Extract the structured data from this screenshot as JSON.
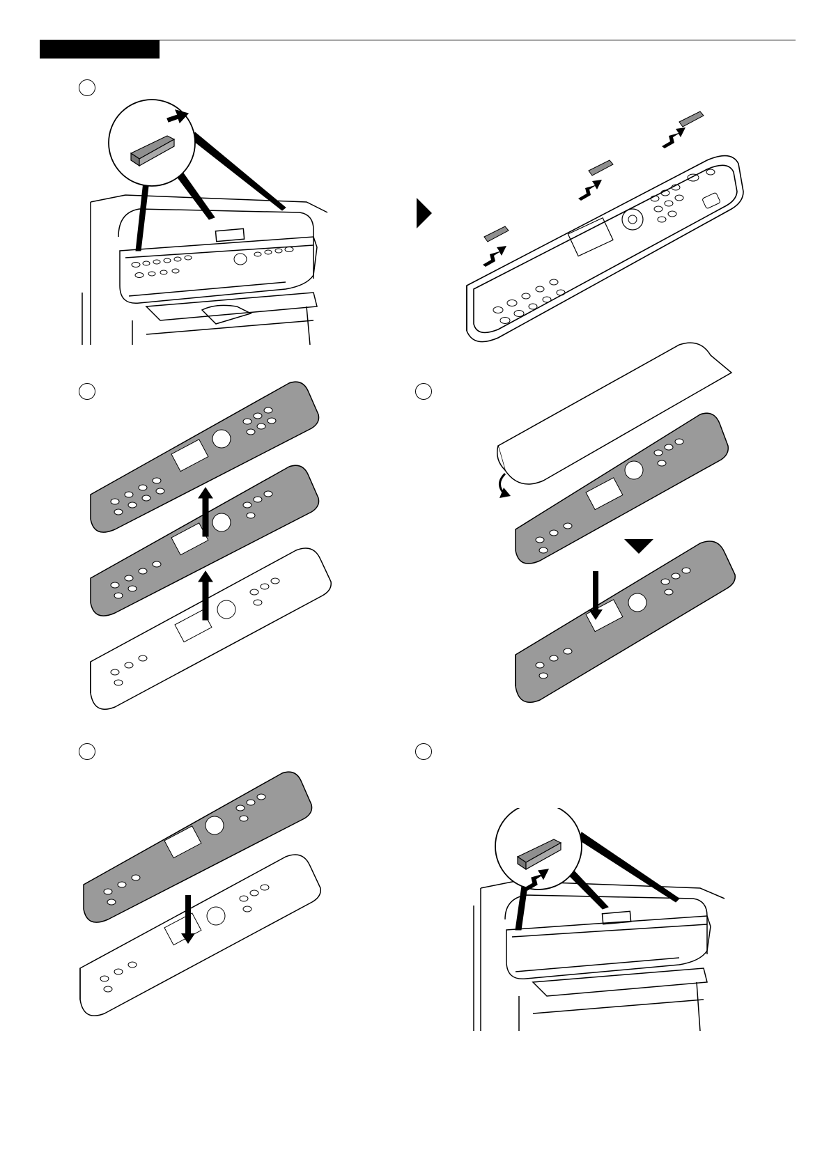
{
  "page": {
    "header_color": "#000000",
    "steps": [
      {
        "id": 1,
        "icon": "step-marker"
      },
      {
        "id": 2,
        "icon": "step-marker"
      },
      {
        "id": 3,
        "icon": "step-marker"
      },
      {
        "id": 4,
        "icon": "step-marker"
      },
      {
        "id": 5,
        "icon": "step-marker"
      }
    ],
    "panel_fill": "#9a9a9a",
    "line_color": "#000000"
  }
}
